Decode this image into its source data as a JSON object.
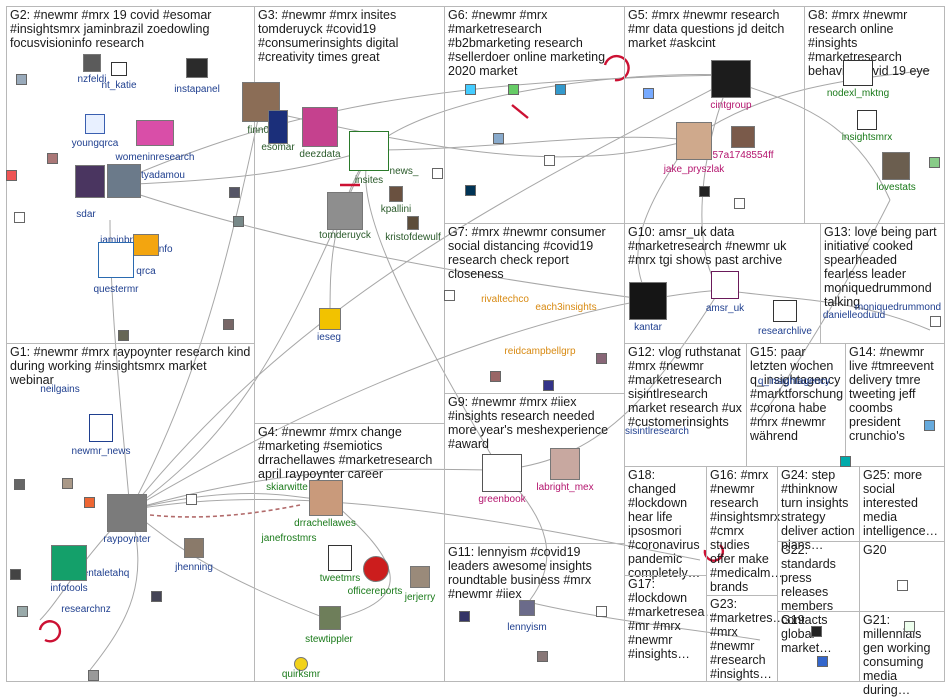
{
  "panels": [
    {
      "id": "G2",
      "title": "G2: #newmr #mrx 19 covid #esomar #insightsmrx jaminbrazil zoedowling focusvisioninfo research"
    },
    {
      "id": "G3",
      "title": "G3: #newmr #mrx insites tomderuyck #covid19 #consumerinsights digital #creativity times great"
    },
    {
      "id": "G6",
      "title": "G6: #newmr #mrx #marketresearch #b2bmarketing research #sellerdoer online marketing 2020 market"
    },
    {
      "id": "G5",
      "title": "G5: #mrx #newmr research #mr data questions jd deitch market #askcint"
    },
    {
      "id": "G8",
      "title": "G8: #mrx #newmr research online #insights #marketresearch behavior covid 19 eye"
    },
    {
      "id": "G7",
      "title": "G7: #mrx #newmr consumer social distancing #covid19 research check report closeness"
    },
    {
      "id": "G10",
      "title": "G10: amsr_uk data #marketresearch #newmr uk #mrx tgi shows past archive"
    },
    {
      "id": "G13",
      "title": "G13: love being part initiative cooked spearheaded fearless leader moniquedrummond talking"
    },
    {
      "id": "G1",
      "title": "G1: #newmr #mrx raypoynter research kind during working #insightsmrx market webinar"
    },
    {
      "id": "G4",
      "title": "G4: #newmr #mrx change #marketing #semiotics drrachellawes #marketresearch april raypoynter career"
    },
    {
      "id": "G9",
      "title": "G9: #newmr #mrx #iiex #insights research needed more year's meshexperience #award"
    },
    {
      "id": "G12",
      "title": "G12: vlog ruthstanat #mrx #newmr #marketresearch sisintlresearch market research #ux #customerinsights"
    },
    {
      "id": "G15",
      "title": "G15: paar letzten wochen q_insightagency #marktforschung #corona habe #mrx #newmr während"
    },
    {
      "id": "G14",
      "title": "G14: #newmr live #tmreevent delivery tmre tweeting jeff coombs president crunchio's"
    },
    {
      "id": "G11",
      "title": "G11: lennyism #covid19 leaders awesome insights roundtable business #mrx #newmr #iiex"
    },
    {
      "id": "G18",
      "title": "G18: changed #lockdown hear life ipsosmori #coronavirus pandemic completely…"
    },
    {
      "id": "G16",
      "title": "G16: #mrx #newmr research #insightsmrx #cmrx studies offer make #medicalm… brands"
    },
    {
      "id": "G24",
      "title": "G24: step #thinknow turn insights strategy deliver action plans…"
    },
    {
      "id": "G25",
      "title": "G25: more social interested media intelligence…"
    },
    {
      "id": "G22",
      "title": "G22: standards press releases members contacts global market…"
    },
    {
      "id": "G20",
      "title": "G20"
    },
    {
      "id": "G17",
      "title": "G17: #lockdown #marketresea… #mr #mrx #newmr #insights…"
    },
    {
      "id": "G23",
      "title": "G23: #marketres… #mrx #newmr #research #insights…"
    },
    {
      "id": "G19",
      "title": "G19"
    },
    {
      "id": "G21",
      "title": "G21: millennials gen working consuming media during…"
    }
  ],
  "nodes": [
    {
      "name": "nzfeldi",
      "color": "#1f3f8f"
    },
    {
      "name": "nt_katie",
      "color": "#1f3f8f"
    },
    {
      "name": "instapanel",
      "color": "#1f3f8f"
    },
    {
      "name": "youngqrca",
      "color": "#1f3f8f"
    },
    {
      "name": "womeninresearch",
      "color": "#1f3f8f"
    },
    {
      "name": "tyadamou",
      "color": "#1f3f8f"
    },
    {
      "name": "sdar",
      "color": "#1f3f8f"
    },
    {
      "name": "jaminbrazil",
      "color": "#1f3f8f"
    },
    {
      "name": "zoedowling",
      "color": "#1f3f8f"
    },
    {
      "name": "oninfo",
      "color": "#1f3f8f"
    },
    {
      "name": "qrca",
      "color": "#1f3f8f"
    },
    {
      "name": "questermr",
      "color": "#1f3f8f"
    },
    {
      "name": "finn01",
      "color": "#2a5a2a"
    },
    {
      "name": "esomar",
      "color": "#2a5a2a"
    },
    {
      "name": "deezdata",
      "color": "#2a5a2a"
    },
    {
      "name": "insites",
      "color": "#2a5a2a"
    },
    {
      "name": "news_",
      "color": "#2a5a2a"
    },
    {
      "name": "kpallini",
      "color": "#2a5a2a"
    },
    {
      "name": "tomderuyck",
      "color": "#2a5a2a"
    },
    {
      "name": "kristofdewulf",
      "color": "#2a5a2a"
    },
    {
      "name": "ieseg",
      "color": "#1f3f8f"
    },
    {
      "name": "cintgroup",
      "color": "#b4156e"
    },
    {
      "name": "57a1748554ff",
      "color": "#b4156e"
    },
    {
      "name": "jake_pryszlak",
      "color": "#b4156e"
    },
    {
      "name": "nodexl_mktng",
      "color": "#1a7a1a"
    },
    {
      "name": "insightsmrx",
      "color": "#1a7a1a"
    },
    {
      "name": "lovestats",
      "color": "#1a7a1a"
    },
    {
      "name": "rivaltechco",
      "color": "#d88a12"
    },
    {
      "name": "each3insights",
      "color": "#d88a12"
    },
    {
      "name": "reidcampbellgrp",
      "color": "#d88a12"
    },
    {
      "name": "kantar",
      "color": "#1f3f8f"
    },
    {
      "name": "amsr_uk",
      "color": "#1f3f8f"
    },
    {
      "name": "researchlive",
      "color": "#1f3f8f"
    },
    {
      "name": "danielleoduud",
      "color": "#1f3f8f"
    },
    {
      "name": "moniquedrummond",
      "color": "#1f3f8f"
    },
    {
      "name": "neilgains",
      "color": "#1f3f8f"
    },
    {
      "name": "newmr_news",
      "color": "#1f3f8f"
    },
    {
      "name": "raypoynter",
      "color": "#1f3f8f"
    },
    {
      "name": "jhenning",
      "color": "#1f3f8f"
    },
    {
      "name": "entaletahq",
      "color": "#1f3f8f"
    },
    {
      "name": "infotools",
      "color": "#1f3f8f"
    },
    {
      "name": "researchnz",
      "color": "#1f3f8f"
    },
    {
      "name": "skiarwitte",
      "color": "#1a7a1a"
    },
    {
      "name": "drrachellawes",
      "color": "#1a7a1a"
    },
    {
      "name": "janefrostmrs",
      "color": "#1a7a1a"
    },
    {
      "name": "tweetmrs",
      "color": "#1a7a1a"
    },
    {
      "name": "officereports",
      "color": "#1a7a1a"
    },
    {
      "name": "jerjerry",
      "color": "#1a7a1a"
    },
    {
      "name": "stewtippler",
      "color": "#1a7a1a"
    },
    {
      "name": "quirksmr",
      "color": "#1a7a1a"
    },
    {
      "name": "greenbook",
      "color": "#b4156e"
    },
    {
      "name": "labright_mex",
      "color": "#b4156e"
    },
    {
      "name": "lennyism",
      "color": "#1f3f8f"
    },
    {
      "name": "sisintlresearch",
      "color": "#1f3f8f"
    },
    {
      "name": "q_insightagency",
      "color": "#1f3f8f"
    }
  ]
}
